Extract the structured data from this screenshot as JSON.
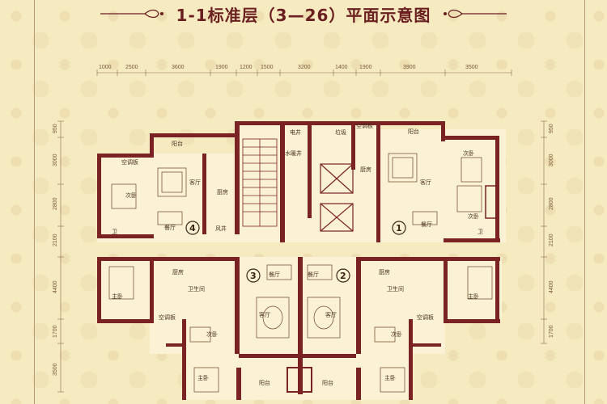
{
  "title": "1-1标准层（3—26）平面示意图",
  "top_dimensions": [
    "1000",
    "2500",
    "3600",
    "1900",
    "1200",
    "1500",
    "3200",
    "1400",
    "1900",
    "3900",
    "3500"
  ],
  "left_dimensions": [
    "950",
    "3000",
    "2800",
    "2100",
    "4400",
    "1700",
    "3500"
  ],
  "right_dimensions": [
    "950",
    "3000",
    "2800",
    "2100",
    "4400",
    "1700"
  ],
  "rooms": {
    "balcony": "阳台",
    "bedroom2": "次卧",
    "master_bedroom": "主卧",
    "living": "客厅",
    "dining": "餐厅",
    "kitchen": "厨房",
    "bath": "卫生间",
    "ac": "空调板",
    "elec_well": "电井",
    "water_well": "水暖井",
    "trash": "垃圾",
    "wind_well": "风井",
    "toilet": "卫"
  },
  "unit_numbers": [
    "1",
    "2",
    "3",
    "4"
  ],
  "colors": {
    "background": "#f6eac1",
    "wall": "#7b2224",
    "title": "#6a1e20",
    "dimension_text": "#7a5a3a"
  }
}
